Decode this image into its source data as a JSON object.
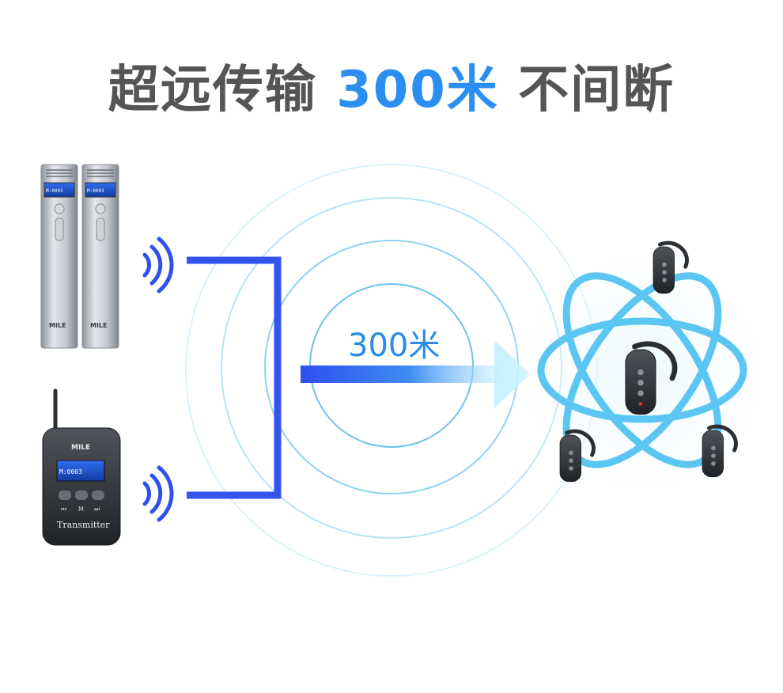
{
  "headline": {
    "part1": "超远传输",
    "accent": "300米",
    "part2": "不间断"
  },
  "distance_label": "300米",
  "devices": {
    "stick_screen_text": "M:0003",
    "stick_brand": "MILE",
    "transmitter_screen_text": "M:0003",
    "transmitter_brand": "MILE",
    "transmitter_label": "Transmitter",
    "transmitter_button_m": "M"
  },
  "colors": {
    "headline_gray": "#555555",
    "accent_blue": "#2a8ff0",
    "connector_blue": "#3553ee",
    "orbit_cyan": "#5cc6f2",
    "ring_cyan": "#9ad8f2"
  }
}
